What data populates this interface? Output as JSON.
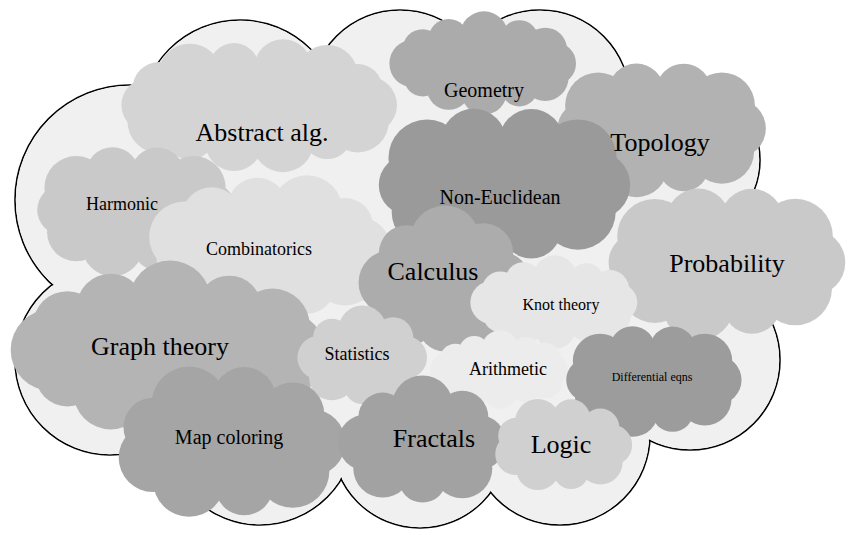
{
  "diagram": {
    "nodes": [
      {
        "text": [
          "Abstract alg."
        ]
      },
      {
        "text": [
          "Geometry"
        ]
      },
      {
        "text": [
          "Topology"
        ]
      },
      {
        "text": [
          "Harmonic"
        ]
      },
      {
        "text": [
          "Non-Euclidean"
        ]
      },
      {
        "text": [
          "Combinatorics"
        ]
      },
      {
        "text": [
          "Calculus"
        ]
      },
      {
        "text": [
          "Probability"
        ]
      },
      {
        "text": [
          "Knot theory"
        ]
      },
      {
        "text": [
          "Graph theory"
        ]
      },
      {
        "text": [
          "Statistics"
        ]
      },
      {
        "text": [
          "Arithmetic"
        ]
      },
      {
        "text": [
          "Differential eqns"
        ]
      },
      {
        "text": [
          "Map coloring"
        ]
      },
      {
        "text": [
          "Fractals"
        ]
      },
      {
        "text": [
          "Logic"
        ]
      }
    ]
  }
}
